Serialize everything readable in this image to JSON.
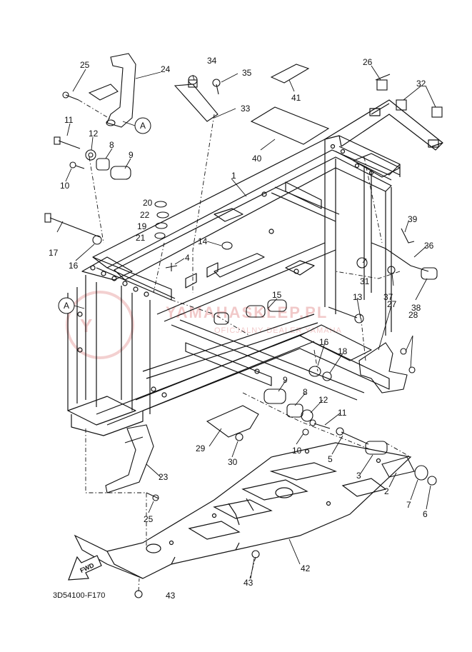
{
  "diagram_code": "3D54100-F170",
  "fwd_label": "FWD",
  "watermark": {
    "brand": "YAMAHASKLEP.PL",
    "tagline": "OFICJALNY DEALER YAMAHA"
  },
  "ref_label": "A",
  "callouts": [
    {
      "id": "c1",
      "text": "1"
    },
    {
      "id": "c2",
      "text": "2"
    },
    {
      "id": "c3",
      "text": "3"
    },
    {
      "id": "c4",
      "text": "4"
    },
    {
      "id": "c5",
      "text": "5"
    },
    {
      "id": "c6",
      "text": "6"
    },
    {
      "id": "c7",
      "text": "7"
    },
    {
      "id": "c8a",
      "text": "8"
    },
    {
      "id": "c8b",
      "text": "8"
    },
    {
      "id": "c9a",
      "text": "9"
    },
    {
      "id": "c9b",
      "text": "9"
    },
    {
      "id": "c10a",
      "text": "10"
    },
    {
      "id": "c10b",
      "text": "10"
    },
    {
      "id": "c11a",
      "text": "11"
    },
    {
      "id": "c11b",
      "text": "11"
    },
    {
      "id": "c12a",
      "text": "12"
    },
    {
      "id": "c12b",
      "text": "12"
    },
    {
      "id": "c13",
      "text": "13"
    },
    {
      "id": "c14",
      "text": "14"
    },
    {
      "id": "c15",
      "text": "15"
    },
    {
      "id": "c16a",
      "text": "16"
    },
    {
      "id": "c16b",
      "text": "16"
    },
    {
      "id": "c17",
      "text": "17"
    },
    {
      "id": "c18",
      "text": "18"
    },
    {
      "id": "c19",
      "text": "19"
    },
    {
      "id": "c20",
      "text": "20"
    },
    {
      "id": "c21",
      "text": "21"
    },
    {
      "id": "c22",
      "text": "22"
    },
    {
      "id": "c23",
      "text": "23"
    },
    {
      "id": "c24",
      "text": "24"
    },
    {
      "id": "c25a",
      "text": "25"
    },
    {
      "id": "c25b",
      "text": "25"
    },
    {
      "id": "c26",
      "text": "26"
    },
    {
      "id": "c27",
      "text": "27"
    },
    {
      "id": "c28",
      "text": "28"
    },
    {
      "id": "c29",
      "text": "29"
    },
    {
      "id": "c30",
      "text": "30"
    },
    {
      "id": "c31",
      "text": "31"
    },
    {
      "id": "c32",
      "text": "32"
    },
    {
      "id": "c33",
      "text": "33"
    },
    {
      "id": "c34",
      "text": "34"
    },
    {
      "id": "c35",
      "text": "35"
    },
    {
      "id": "c36",
      "text": "36"
    },
    {
      "id": "c37",
      "text": "37"
    },
    {
      "id": "c38",
      "text": "38"
    },
    {
      "id": "c39",
      "text": "39"
    },
    {
      "id": "c40",
      "text": "40"
    },
    {
      "id": "c41",
      "text": "41"
    },
    {
      "id": "c42",
      "text": "42"
    },
    {
      "id": "c43a",
      "text": "43"
    },
    {
      "id": "c43b",
      "text": "43"
    }
  ]
}
